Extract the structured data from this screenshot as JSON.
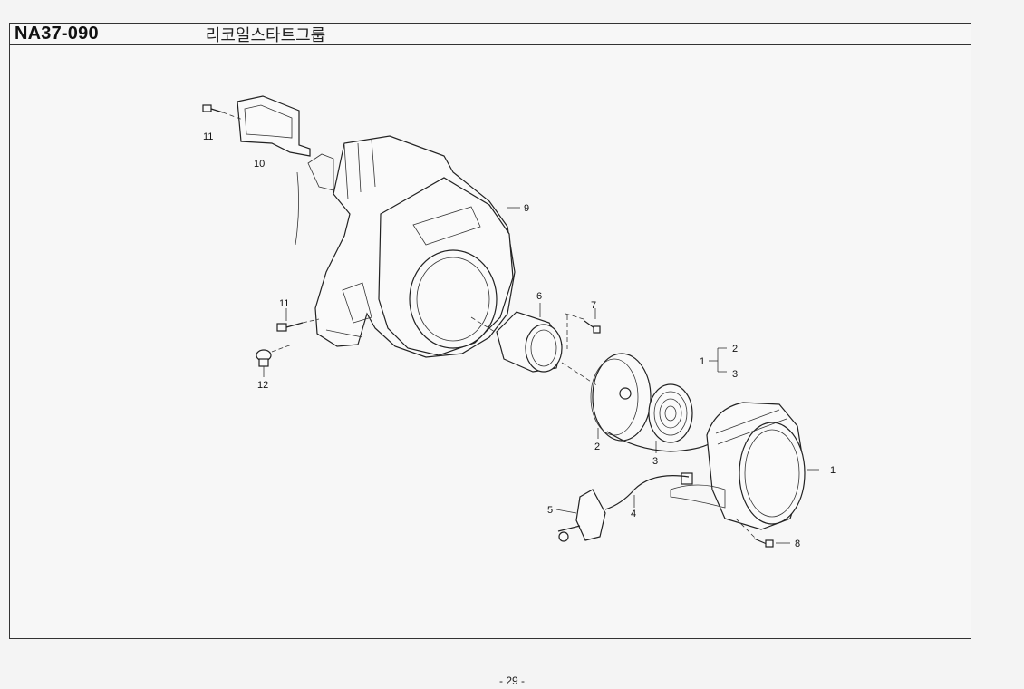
{
  "header": {
    "part_code": "NA37-090",
    "group_title": "리코일스타트그룹"
  },
  "callouts": {
    "c11a": "11",
    "c10": "10",
    "c9": "9",
    "c11b": "11",
    "c12": "12",
    "c6": "6",
    "c7": "7",
    "c1a": "1",
    "c2a": "2",
    "c3a": "3",
    "c2b": "2",
    "c3b": "3",
    "c1b": "1",
    "c5": "5",
    "c4": "4",
    "c8": "8"
  },
  "footer": {
    "page_number": "- 29 -"
  }
}
